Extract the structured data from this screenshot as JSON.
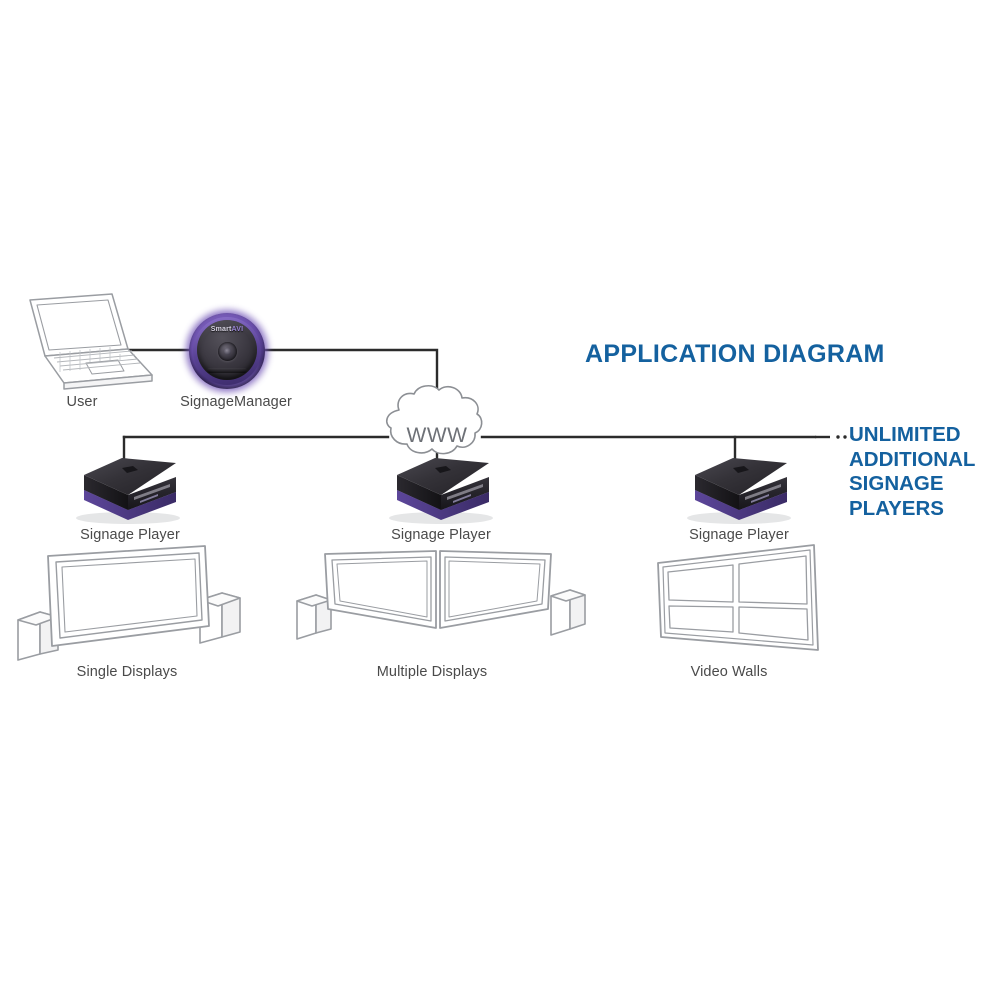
{
  "page": {
    "background": "#ffffff",
    "accent_blue": "#14619f",
    "label_gray": "#4a4a4a",
    "line_gray": "#8c8f94",
    "connector_black": "#2b2b2b",
    "player_purple": "#6b4fae"
  },
  "title": "APPLICATION DIAGRAM",
  "callout": {
    "lines": [
      "UNLIMITED",
      "ADDITIONAL",
      "SIGNAGE",
      "PLAYERS"
    ],
    "leader": "dotted-leader"
  },
  "nodes": {
    "user": {
      "label": "User",
      "icon": "laptop-icon"
    },
    "signage_manager": {
      "label": "SignageManager",
      "logo_text": "Smart",
      "logo_text_accent": "AVI",
      "icon": "signage-manager-puck-icon"
    },
    "cloud": {
      "label": "WWW",
      "icon": "cloud-icon"
    },
    "players": [
      {
        "label": "Signage Player",
        "icon": "signage-player-icon"
      },
      {
        "label": "Signage Player",
        "icon": "signage-player-icon"
      },
      {
        "label": "Signage Player",
        "icon": "signage-player-icon"
      }
    ],
    "displays": [
      {
        "label": "Single Displays",
        "icon": "single-display-icon"
      },
      {
        "label": "Multiple Displays",
        "icon": "multiple-displays-icon"
      },
      {
        "label": "Video Walls",
        "icon": "video-wall-icon"
      }
    ]
  }
}
